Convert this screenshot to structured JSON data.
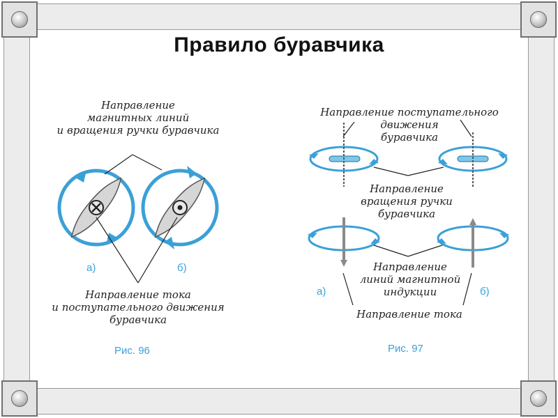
{
  "title": "Правило буравчика",
  "fig96": {
    "caption": "Рис. 96",
    "label_top": "Направление\nмагнитных линий\nи вращения ручки буравчика",
    "label_bottom": "Направление тока\nи поступательного движения\nбуравчика",
    "sub_a": "а)",
    "sub_b": "б)"
  },
  "fig97": {
    "caption": "Рис. 97",
    "label_motion": "Направление поступательного\nдвижения\nбуравчика",
    "label_rotation": "Направление\nвращения ручки\nбуравчика",
    "label_induction": "Направление\nлиний магнитной\nиндукции",
    "label_current": "Направление тока",
    "sub_a": "а)",
    "sub_b": "б)"
  },
  "colors": {
    "accent": "#3aa0d8",
    "frame": "#9a9a9a",
    "text": "#222222"
  }
}
